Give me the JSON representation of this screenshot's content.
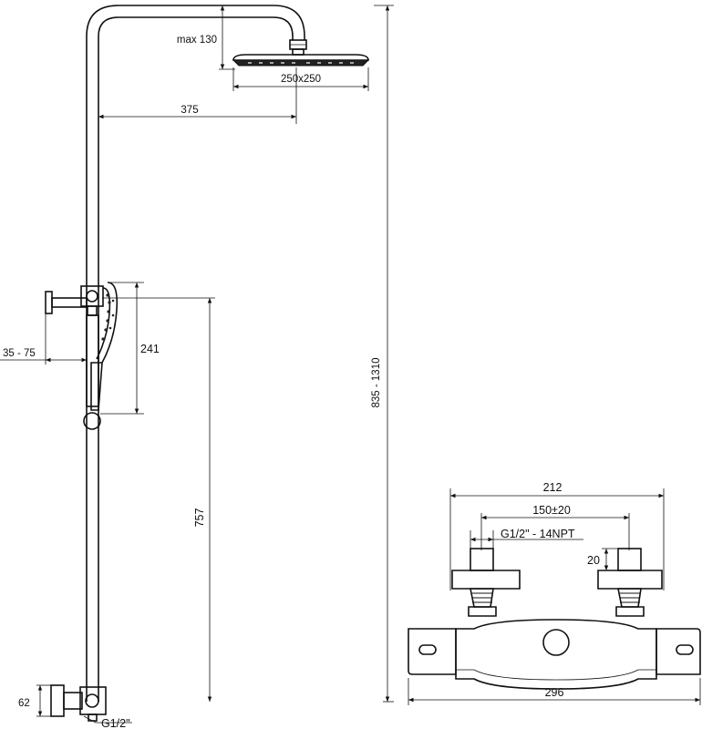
{
  "dimensions": {
    "max_head_drop": "max 130",
    "head_size": "250x250",
    "arm_length": "375",
    "total_height": "835 - 1310",
    "hand_shower": "241",
    "wall_offset": "35 - 75",
    "slider_height": "757",
    "connection_depth": "62",
    "connection_thread": "G1/2\"",
    "mixer_outer": "212",
    "mixer_spacing": "150±20",
    "mixer_thread": "G1/2\" - 14NPT",
    "inlet_depth": "20",
    "mixer_width": "296"
  }
}
